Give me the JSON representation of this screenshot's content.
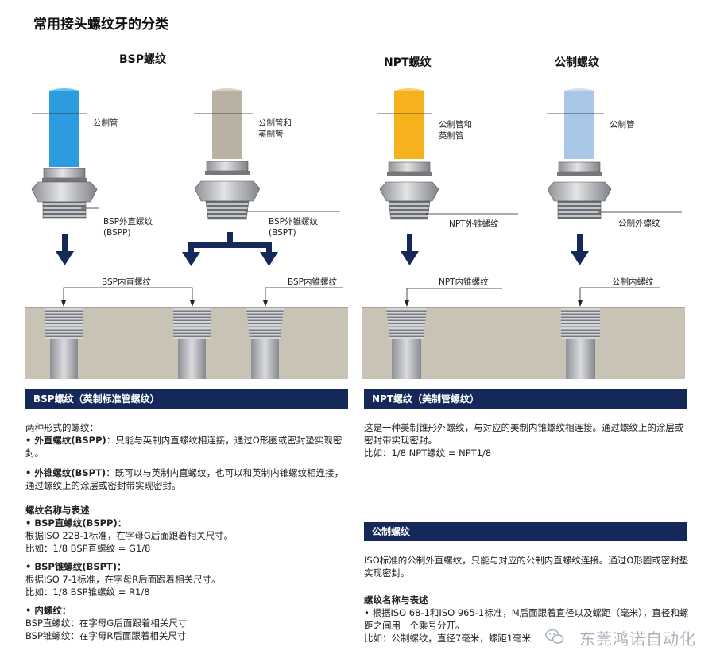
{
  "page_title": "常用接头螺纹牙的分类",
  "groups": {
    "bsp": "BSP螺纹",
    "npt": "NPT螺纹",
    "metric": "公制螺纹"
  },
  "labels": {
    "pipe_metric": "公制管",
    "pipe_both_1": "公制管和",
    "pipe_both_2": "英制管",
    "bspp_1": "BSP外直螺纹",
    "bspp_2": "(BSPP)",
    "bspt_1": "BSP外锥螺纹",
    "bspt_2": "(BSPT)",
    "npt_male": "NPT外锥螺纹",
    "metric_male": "公制外螺纹",
    "bsp_female_straight": "BSP内直螺纹",
    "bsp_female_taper": "BSP内锥螺纹",
    "npt_female": "NPT内锥螺纹",
    "metric_female": "公制内螺纹"
  },
  "colors": {
    "blue_pipe": "#2c9be0",
    "gray_pipe": "#b9b2a3",
    "yellow_pipe": "#f5b21c",
    "lightblue_pipe": "#a9c8e8",
    "navy": "#14285a",
    "ground": "#c8c3b4"
  },
  "bsp": {
    "bar": "BSP螺纹（英制标准管螺纹）",
    "intro": "两种形式的螺纹：",
    "p1_b": "• 外直螺纹(BSPP)",
    "p1_t": "：只能与英制内直螺纹相连接，通过O形圈或密封垫实现密封。",
    "p2_b": "• 外锥螺纹(BSPT)",
    "p2_t": "：既可以与英制内直螺纹，也可以和英制内锥螺纹相连接，通过螺纹上的涂层或密封带实现密封。",
    "naming": "螺纹名称与表述",
    "n1_b": "• BSP直螺纹(BSPP)：",
    "n1_t1": "根据ISO 228-1标准，在字母G后面跟着相关尺寸。",
    "n1_t2": "比如：1/8 BSP直螺纹 = G1/8",
    "n2_b": "• BSP锥螺纹(BSPT)：",
    "n2_t1": "根据ISO 7-1标准，在字母R后面跟着相关尺寸。",
    "n2_t2": "比如：1/8 BSP锥螺纹 = R1/8",
    "n3_b": "• 内螺纹：",
    "n3_t1": "BSP直螺纹：在字母G后面跟着相关尺寸",
    "n3_t2": "BSP锥螺纹：在字母R后面跟着相关尺寸"
  },
  "npt": {
    "bar": "NPT螺纹（美制管螺纹）",
    "t1": "这是一种美制锥形外螺纹，与对应的美制内锥螺纹相连接。通过螺纹上的涂层或密封带实现密封。",
    "t2": "比如：1/8 NPT螺纹 = NPT1/8"
  },
  "metric": {
    "bar": "公制螺纹",
    "t1": "ISO标准的公制外直螺纹，只能与对应的公制内直螺纹连接。通过O形圈或密封垫实现密封。",
    "naming": "螺纹名称与表述",
    "t2": "• 根据ISO 68-1和ISO 965-1标准，M后面跟着直径以及螺距（毫米），直径和螺距之间用一个乘号分开。",
    "t3": "比如：公制螺纹，直径7毫米，螺距1毫米"
  },
  "watermark": "东莞鸿诺自动化"
}
